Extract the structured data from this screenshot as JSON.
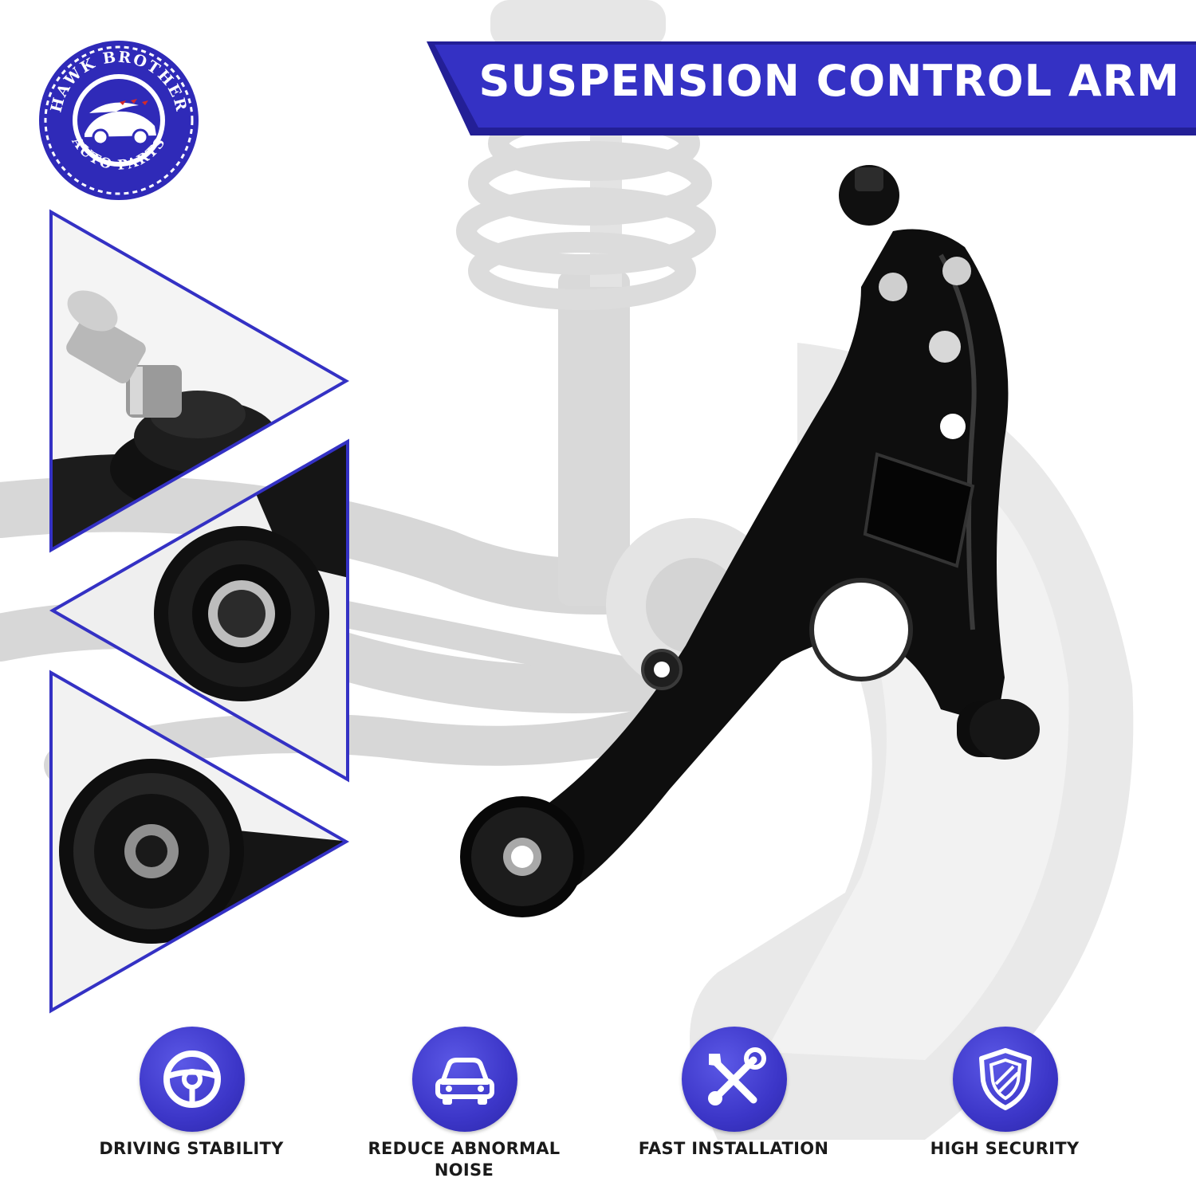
{
  "banner": {
    "title": "SUSPENSION CONTROL ARM",
    "color": "#3431c4"
  },
  "logo": {
    "top_text": "HAWK BROTHER",
    "bottom_text": "AUTO PARTS",
    "color": "#2f2ab8"
  },
  "zoom_panels": [
    {
      "subject": "ball joint stud"
    },
    {
      "subject": "rear rubber bushing"
    },
    {
      "subject": "front bushing"
    }
  ],
  "features": [
    {
      "label": "DRIVING STABILITY",
      "icon": "steering-wheel-icon"
    },
    {
      "label": "REDUCE ABNORMAL NOISE",
      "icon": "car-icon"
    },
    {
      "label": "FAST INSTALLATION",
      "icon": "tools-icon"
    },
    {
      "label": "HIGH SECURITY",
      "icon": "shield-icon"
    }
  ],
  "colors": {
    "accent": "#3431c4",
    "accent_dark": "#231f96",
    "part": "#111111"
  }
}
